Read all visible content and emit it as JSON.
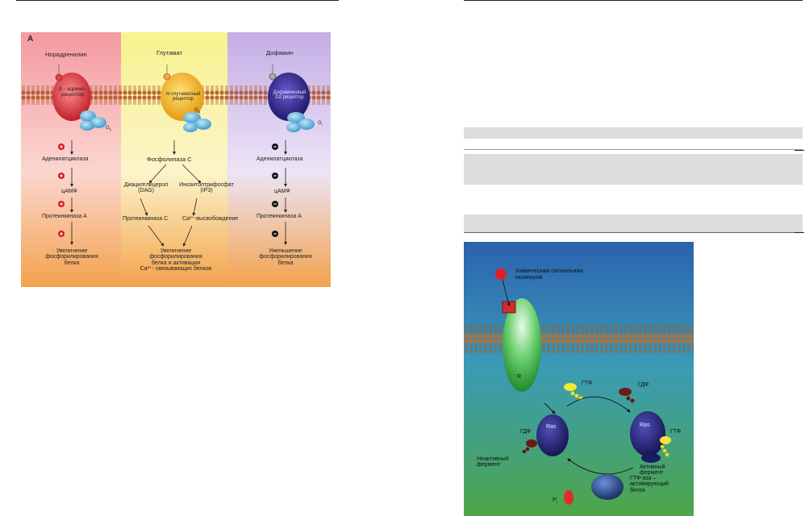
{
  "figureA": {
    "panel_letter": "А",
    "columns": [
      {
        "ligand": "Норадреналин",
        "receptor": "β - адрено- рецептор",
        "gprotein": "G",
        "gprotein_sub": "s",
        "chain": [
          "Аденилатциклаза",
          "цАМФ",
          "Протеинкиназа А"
        ],
        "sign": "+",
        "result": [
          "Увеличение",
          "фосфорилирования",
          "белка"
        ]
      },
      {
        "ligand": "Глутамат",
        "receptor": "m-глутаматный рецептор",
        "gprotein": "G",
        "gprotein_sub": "q",
        "enzyme": "Фосфолипаза С",
        "branch_left": [
          "Диацилглицерол",
          "(DAG)"
        ],
        "branch_right": [
          "Инозитолтрифосфат",
          "(IP3)"
        ],
        "kinase": "Протеинкиназа С",
        "calcium": "Ca²⁺-высвобождение",
        "result": [
          "Увеличение",
          "фосфорилирования",
          "белка и активация",
          "Ca²⁺- связывающих белков"
        ]
      },
      {
        "ligand": "Дофамин",
        "receptor": "Дофаминовый D2 рецептор",
        "gprotein": "G",
        "gprotein_sub": "i",
        "chain": [
          "Аденилатциклаза",
          "цАМФ",
          "Протеинкиназа А"
        ],
        "sign": "−",
        "result": [
          "Уменьшение",
          "фосфорилирования",
          "белка"
        ]
      }
    ],
    "colors": {
      "red": "#f4a0a6",
      "yellow": "#f7f197",
      "purple": "#c9b3e6",
      "orange": "#f3b060",
      "membrane": "#b2572a"
    }
  },
  "figureB": {
    "signal_molecule": [
      "Химическая сигнальная",
      "молекула"
    ],
    "receptor": "R",
    "gtp": "ГТФ",
    "gdp": "ГДФ",
    "ras": "Ras",
    "inactive": [
      "Неактивный",
      "фермент"
    ],
    "active": [
      "Активный",
      "фермент"
    ],
    "gap": [
      "ГТФ-аза –",
      "активирующий",
      "белок"
    ],
    "pi": "P",
    "pi_sub": "i",
    "colors": {
      "bg_top": "#2a66b0",
      "bg_bottom": "#4aa44a",
      "membrane": "#a86a3a",
      "receptor": "#3aa84a",
      "ras": "#23206e"
    }
  }
}
